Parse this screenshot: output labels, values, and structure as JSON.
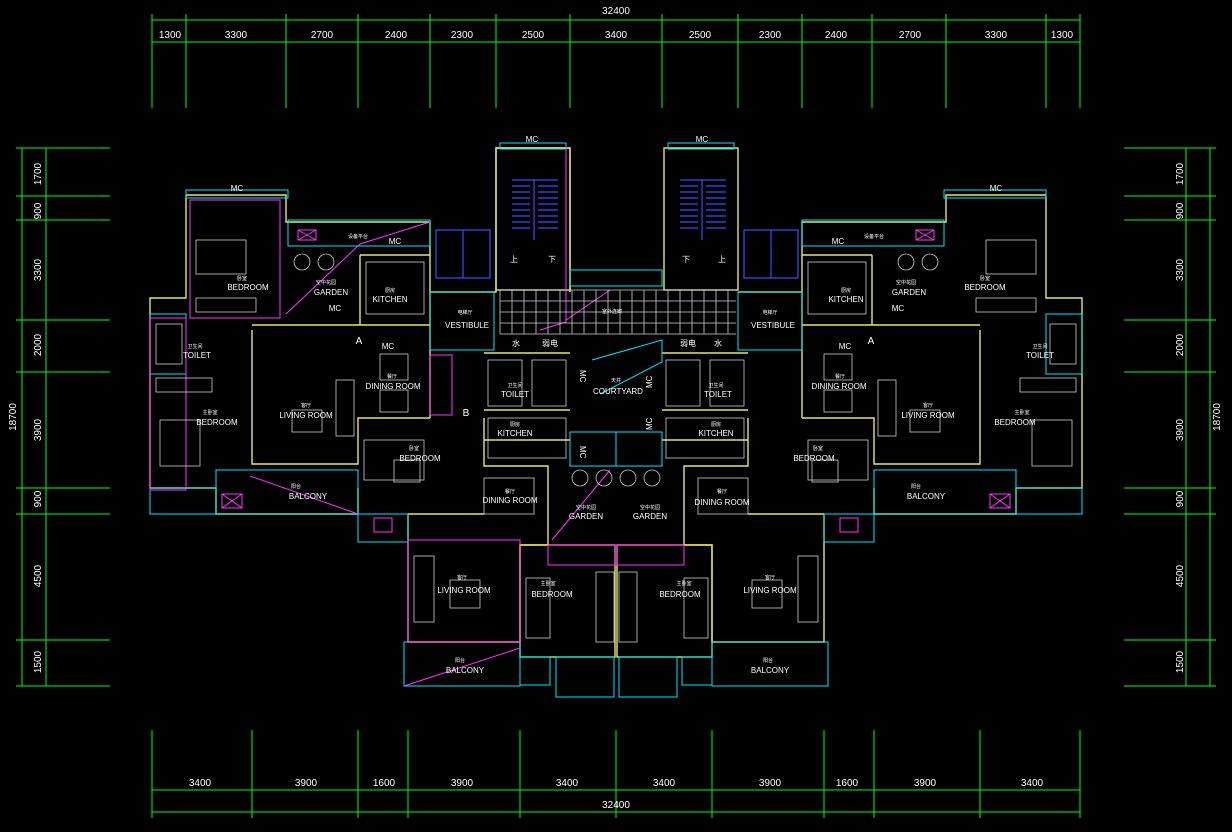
{
  "dimensions": {
    "top_total": "32400",
    "top_segments": [
      "1300",
      "3300",
      "2700",
      "2400",
      "2300",
      "2500",
      "3400",
      "2500",
      "2300",
      "2400",
      "2700",
      "3300",
      "1300"
    ],
    "bottom_total": "32400",
    "bottom_segments": [
      "3400",
      "3900",
      "1600",
      "3900",
      "3400",
      "3400",
      "3900",
      "1600",
      "3900",
      "3400"
    ],
    "side_total": "18700",
    "side_segments": [
      "1700",
      "900",
      "3300",
      "2000",
      "3900",
      "900",
      "4500",
      "1500"
    ]
  },
  "rooms": {
    "mc": "MC",
    "bedroom_upper": "BEDROOM",
    "garden": "GARDEN",
    "kitchen": "KITCHEN",
    "vestibule": "VESTIBULE",
    "toilet": "TOILET",
    "dining_room": "DINING ROOM",
    "living_room": "LIVING ROOM",
    "bedroom": "BEDROOM",
    "balcony": "BALCONY",
    "courtyard": "COURTYARD",
    "unit_a": "A",
    "unit_b": "B"
  },
  "chinese": {
    "bedroom": "卧室",
    "master_bedroom": "主卧室",
    "garden": "空中花园",
    "kitchen": "厨房",
    "toilet": "卫生间",
    "dining": "餐厅",
    "living": "客厅",
    "balcony": "阳台",
    "platform": "设备平台",
    "lobby": "电梯厅",
    "corridor": "室外连廊",
    "courtyard": "天井",
    "water": "水",
    "weak_power": "弱电",
    "up": "上",
    "down": "下"
  }
}
